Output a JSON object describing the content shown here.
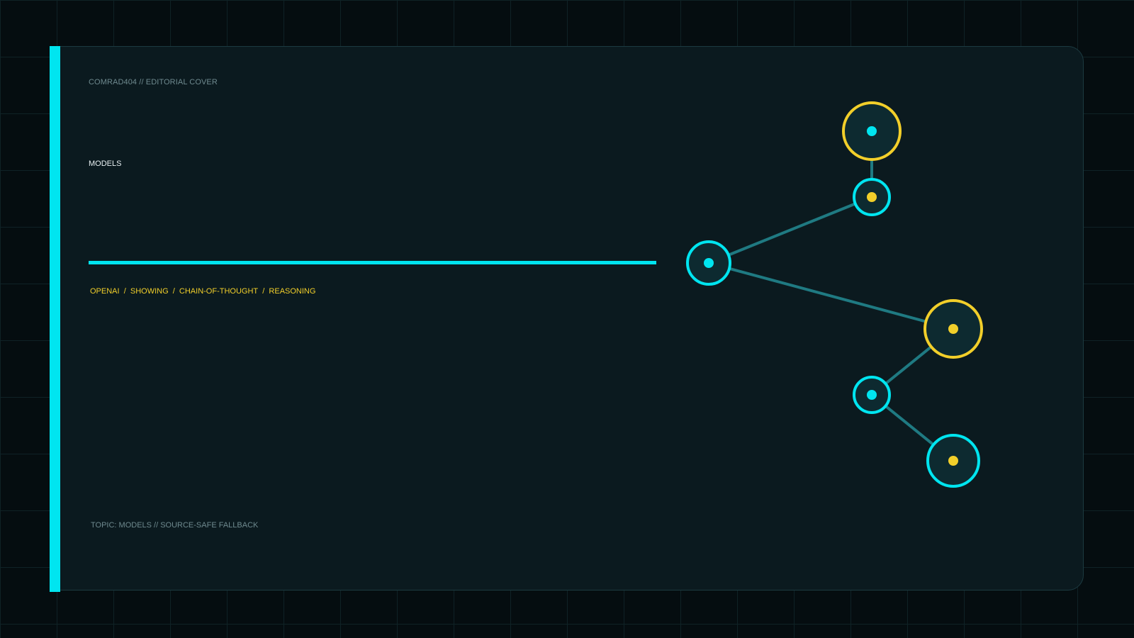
{
  "kicker": "COMRAD404 // EDITORIAL COVER",
  "section_label": "MODELS",
  "tags": [
    "OPENAI",
    "SHOWING",
    "CHAIN-OF-THOUGHT",
    "REASONING"
  ],
  "tag_separator": "/",
  "footer": "TOPIC: MODELS // SOURCE-SAFE FALLBACK",
  "colors": {
    "accent_cyan": "#00e5f0",
    "accent_yellow": "#f2cf2a",
    "edge": "#1f7a82",
    "node_fill": "#0d2a30",
    "card_bg": "#0b1a1f",
    "page_bg": "#050d10"
  },
  "graph": {
    "nodes": [
      {
        "id": "root",
        "ring": "cyan",
        "dot": "cyan"
      },
      {
        "id": "upper-top",
        "ring": "yellow",
        "dot": "cyan"
      },
      {
        "id": "upper-mid",
        "ring": "cyan",
        "dot": "yellow"
      },
      {
        "id": "lower-right",
        "ring": "yellow",
        "dot": "yellow"
      },
      {
        "id": "lower-mid",
        "ring": "cyan",
        "dot": "cyan"
      },
      {
        "id": "lower-bottom",
        "ring": "cyan",
        "dot": "yellow"
      }
    ],
    "edges": [
      [
        "root",
        "upper-mid"
      ],
      [
        "upper-mid",
        "upper-top"
      ],
      [
        "root",
        "lower-right"
      ],
      [
        "lower-right",
        "lower-mid"
      ],
      [
        "lower-mid",
        "lower-bottom"
      ]
    ]
  }
}
